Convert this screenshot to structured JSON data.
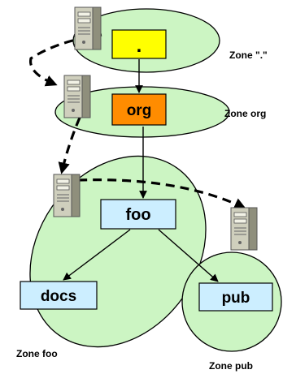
{
  "zones": {
    "root": "Zone \".\"",
    "org": "Zone org",
    "foo": "Zone foo",
    "pub": "Zone pub"
  },
  "nodes": {
    "root": ".",
    "org": "org",
    "foo": "foo",
    "docs": "docs",
    "pub": "pub"
  },
  "colors": {
    "zone_fill": "#ccf5c3",
    "root_node": "#ffff00",
    "org_node": "#ff8c00",
    "child_node": "#cceeff",
    "server_light": "#cfcfbd",
    "server_dark": "#8f8f7c"
  },
  "icons": [
    "server-icon"
  ]
}
